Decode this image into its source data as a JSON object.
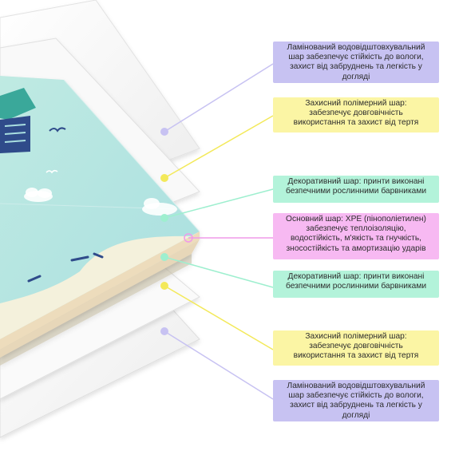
{
  "labels": [
    {
      "id": "laminated-top",
      "text": "Ламінований водовідштовхувальний\nшар забезпечує стійкість до вологи,\nзахист від забруднень та легкість у\nдогляді",
      "color": "#c7c2f2"
    },
    {
      "id": "protective-top",
      "text": "Захисний полімерний шар:\nзабезпечує довговічність\nвикористання та захист від тертя",
      "color": "#fbf5a4"
    },
    {
      "id": "decorative-top",
      "text": "Декоративний шар: принти виконані\nбезпечними рослинними барвниками",
      "color": "#b3f3da"
    },
    {
      "id": "base-core",
      "text": "Основний шар: XPE (пінополіетилен)\nзабезпечує теплоізоляцію,\nводостійкість, м'якість та гнучкість,\nзносостійкість та амортизацію ударів",
      "color": "#f7b9f2"
    },
    {
      "id": "decorative-bottom",
      "text": "Декоративний шар: принти виконані\nбезпечними рослинними барвниками",
      "color": "#b3f3da"
    },
    {
      "id": "protective-bottom",
      "text": "Захисний полімерний шар:\nзабезпечує довговічність\nвикористання та захист від тертя",
      "color": "#fbf5a4"
    },
    {
      "id": "laminated-bottom",
      "text": "Ламінований водовідштовхувальний\nшар забезпечує стійкість до вологи,\nзахист від забруднень та легкість у\nдогляді",
      "color": "#c7c2f2"
    }
  ],
  "icons": [
    "tree-icon",
    "house-icon",
    "bird-icon",
    "cloud-icon",
    "grass-icon"
  ]
}
